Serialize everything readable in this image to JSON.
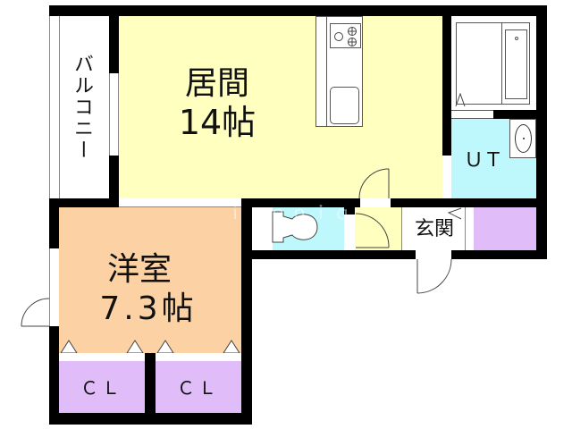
{
  "floorplan": {
    "colors": {
      "wall": "#000000",
      "living": "#ffffc0",
      "western_room": "#fcd2a4",
      "wet_area": "#bff8fc",
      "closet": "#e0bcf8",
      "hall": "#ffffc0",
      "balcony": "#ffffff"
    },
    "rooms": {
      "balcony": {
        "label": "バルコニー"
      },
      "living": {
        "name": "居間",
        "size": "14帖"
      },
      "western": {
        "name": "洋室",
        "size": "7.3帖"
      },
      "utility": {
        "label": "ＵＴ"
      },
      "entrance": {
        "label": "玄関"
      },
      "closet_left": {
        "label": "ＣＬ"
      },
      "closet_right": {
        "label": "ＣＬ"
      }
    },
    "fixtures": [
      "kitchen-counter",
      "stove",
      "kitchen-sink",
      "bathtub",
      "washbasin",
      "toilet",
      "shoe-storage"
    ],
    "watermark": "ｉｃｏｎｉｑ"
  }
}
